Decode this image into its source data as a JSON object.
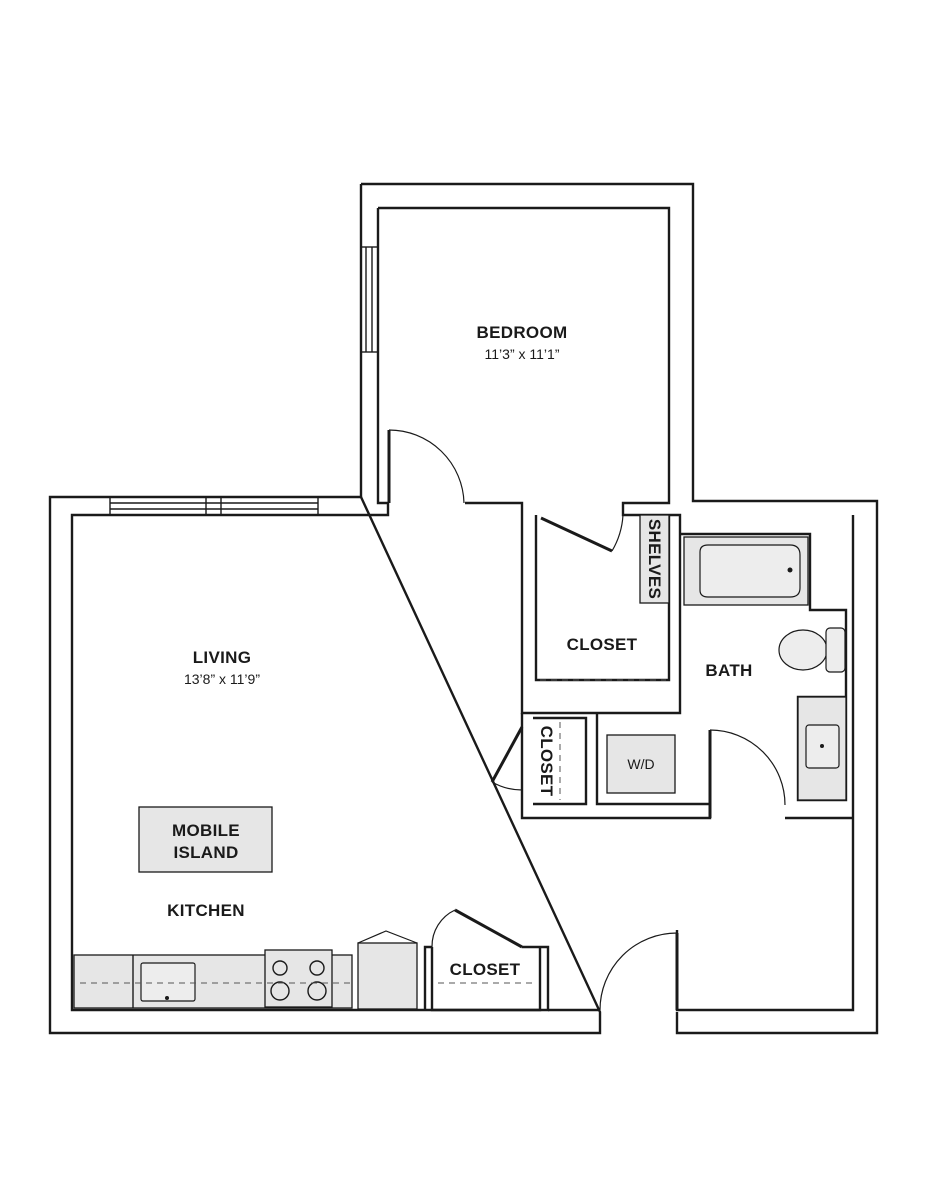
{
  "rooms": {
    "bedroom": {
      "name": "BEDROOM",
      "dimensions": "11’3” x 11’1”"
    },
    "living": {
      "name": "LIVING",
      "dimensions": "13’8” x 11’9”"
    },
    "kitchen": {
      "name": "KITCHEN"
    },
    "bath": {
      "name": "BATH"
    },
    "bedroom_closet": {
      "name": "CLOSET"
    },
    "small_closet": {
      "name": "CLOSET"
    },
    "entry_closet": {
      "name": "CLOSET"
    },
    "shelves": {
      "name": "SHELVES"
    }
  },
  "fixtures": {
    "mobile_island": {
      "line1": "MOBILE",
      "line2": "ISLAND"
    },
    "washer_dryer": {
      "name": "W/D"
    }
  }
}
